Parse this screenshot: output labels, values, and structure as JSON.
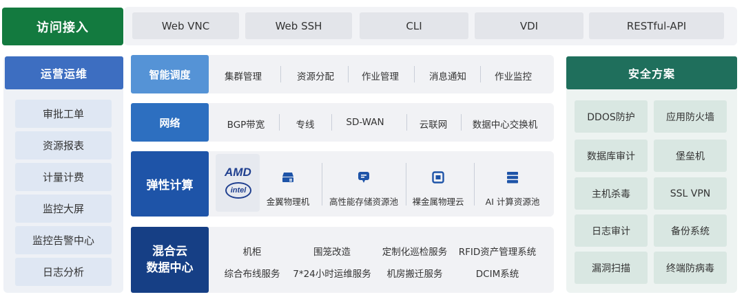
{
  "colors": {
    "access_green": "#137a3f",
    "ops_blue": "#3d6ec1",
    "security_teal": "#1f6f5c",
    "row_light_blue": "#5593d6",
    "row_mid_blue": "#2d6fc0",
    "row_dark_blue": "#1e54a8",
    "row_navy": "#163f85"
  },
  "access": {
    "title": "访问接入",
    "items": [
      "Web VNC",
      "Web SSH",
      "CLI",
      "VDI",
      "RESTful-API"
    ]
  },
  "ops": {
    "title": "运营运维",
    "items": [
      "审批工单",
      "资源报表",
      "计量计费",
      "监控大屏",
      "监控告警中心",
      "日志分析"
    ]
  },
  "scheduling": {
    "title": "智能调度",
    "items": [
      "集群管理",
      "资源分配",
      "作业管理",
      "消息通知",
      "作业监控"
    ]
  },
  "network": {
    "title": "网络",
    "items": [
      "BGP带宽",
      "专线",
      "SD-WAN",
      "云联网",
      "数据中心交换机"
    ]
  },
  "compute": {
    "title": "弹性计算",
    "logos": {
      "amd": "AMD",
      "intel": "intel"
    },
    "items": [
      {
        "label": "金翼物理机",
        "icon": "server-rack-icon"
      },
      {
        "label": "高性能存储资源池",
        "icon": "storage-chat-icon"
      },
      {
        "label": "裸金属物理云",
        "icon": "bare-metal-icon"
      },
      {
        "label": "AI 计算资源池",
        "icon": "ai-server-stack-icon"
      }
    ]
  },
  "datacenter": {
    "title_line1": "混合云",
    "title_line2": "数据中心",
    "row1": [
      "机柜",
      "围笼改造",
      "定制化巡检服务",
      "RFID资产管理系统"
    ],
    "row2": [
      "综合布线服务",
      "7*24小时运维服务",
      "机房搬迁服务",
      "DCIM系统"
    ]
  },
  "security": {
    "title": "安全方案",
    "items": [
      "DDOS防护",
      "应用防火墙",
      "数据库审计",
      "堡垒机",
      "主机杀毒",
      "SSL VPN",
      "日志审计",
      "备份系统",
      "漏洞扫描",
      "终端防病毒"
    ]
  }
}
